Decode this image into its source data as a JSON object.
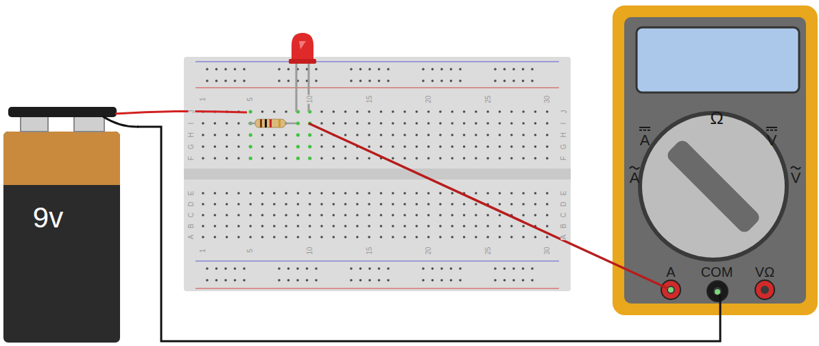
{
  "diagram": {
    "nodes": [
      {
        "text": [
          "9v"
        ]
      },
      {
        "text": [
          "Ω",
          "A",
          "V",
          "A",
          "V",
          "A",
          "COM",
          "VΩ"
        ]
      }
    ],
    "edges": [
      {
        "from": 0,
        "to": 1,
        "arrow": "none"
      }
    ],
    "labels": [
      "1",
      "5",
      "10",
      "15",
      "20",
      "25",
      "30",
      "J",
      "I",
      "H",
      "G",
      "F",
      "E",
      "D",
      "C",
      "B",
      "A",
      "J",
      "I",
      "H",
      "G",
      "F",
      "E",
      "D",
      "C",
      "B",
      "A",
      "1",
      "5",
      "10",
      "15",
      "20",
      "25",
      "30"
    ]
  }
}
